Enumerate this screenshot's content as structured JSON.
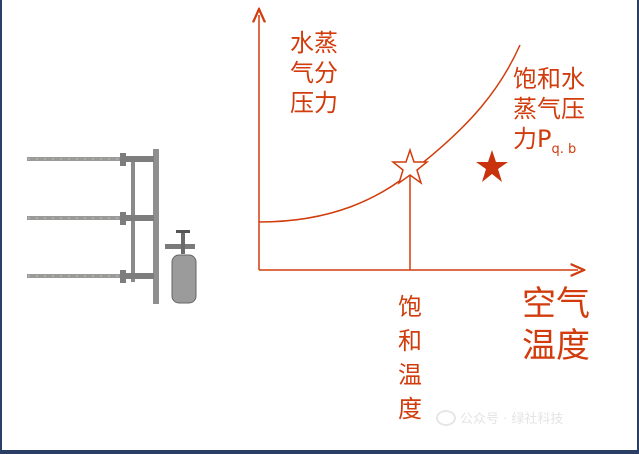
{
  "labels": {
    "y_axis": [
      "水蒸",
      "气分",
      "压力"
    ],
    "curve": [
      "饱和水",
      "蒸气压",
      "力P"
    ],
    "curve_subscript": "q. b",
    "x_axis": [
      "空气",
      "温度"
    ],
    "saturation": [
      "饱",
      "和",
      "温",
      "度"
    ]
  },
  "watermark": "公众号 · 绿社科技",
  "colors": {
    "accent": "#d23c0c",
    "frame": "#2b3f66"
  }
}
